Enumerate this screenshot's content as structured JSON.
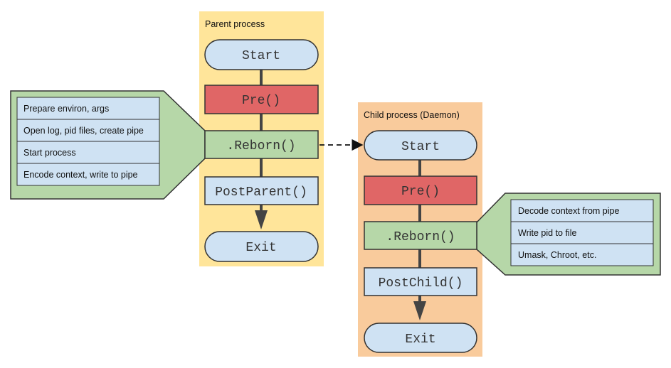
{
  "colors": {
    "parent_lane": "#ffe59a",
    "child_lane": "#f9cb9c",
    "terminal": "#cfe2f3",
    "pre": "#e06666",
    "reborn": "#b6d7a8",
    "post": "#cfe2f3",
    "callout": "#b6d7a8",
    "callout_item": "#cfe2f3",
    "stroke": "#333333",
    "arrow": "#444444"
  },
  "parent": {
    "label": "Parent process",
    "start": "Start",
    "pre": "Pre()",
    "reborn": ".Reborn()",
    "post": "PostParent()",
    "exit": "Exit"
  },
  "child": {
    "label": "Child process (Daemon)",
    "start": "Start",
    "pre": "Pre()",
    "reborn": ".Reborn()",
    "post": "PostChild()",
    "exit": "Exit"
  },
  "parent_callout": {
    "items": [
      "Prepare environ, args",
      "Open log, pid files, create pipe",
      "Start process",
      "Encode context, write to pipe"
    ]
  },
  "child_callout": {
    "items": [
      "Decode context from pipe",
      "Write pid to file",
      "Umask, Chroot, etc."
    ]
  }
}
